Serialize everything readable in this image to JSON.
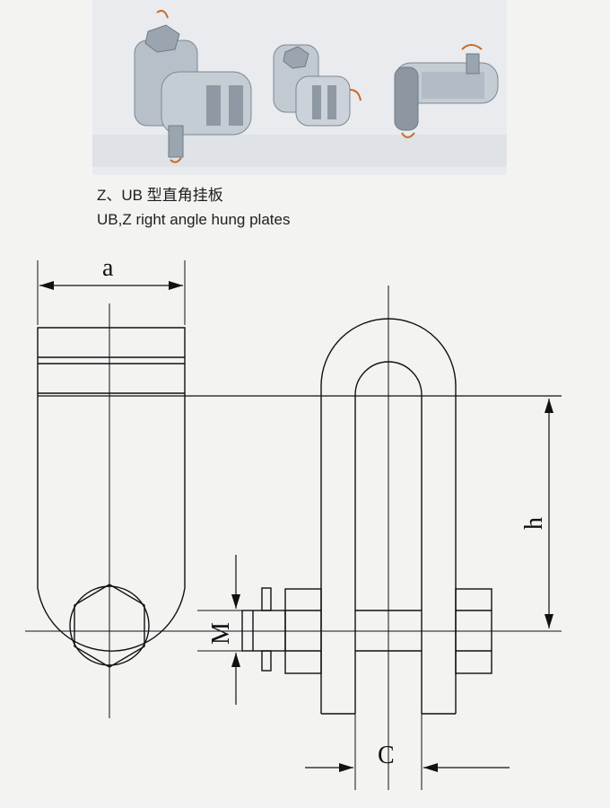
{
  "caption": {
    "title_cn": "Z、UB 型直角挂板",
    "title_en": "UB,Z right angle hung plates"
  },
  "photos": [
    {
      "name": "ub-plate-photo",
      "icon": "ub-hung-plate-icon"
    },
    {
      "name": "z-plate-photo",
      "icon": "z-hung-plate-icon"
    },
    {
      "name": "right-angle-plate-photo",
      "icon": "right-angle-plate-icon"
    }
  ],
  "dimensions": {
    "a": "a",
    "h": "h",
    "M": "M",
    "C": "C"
  },
  "colors": {
    "line": "#111111",
    "metal": "#aeb8c2",
    "metal_dark": "#7d8893",
    "pin": "#c86a2a"
  }
}
